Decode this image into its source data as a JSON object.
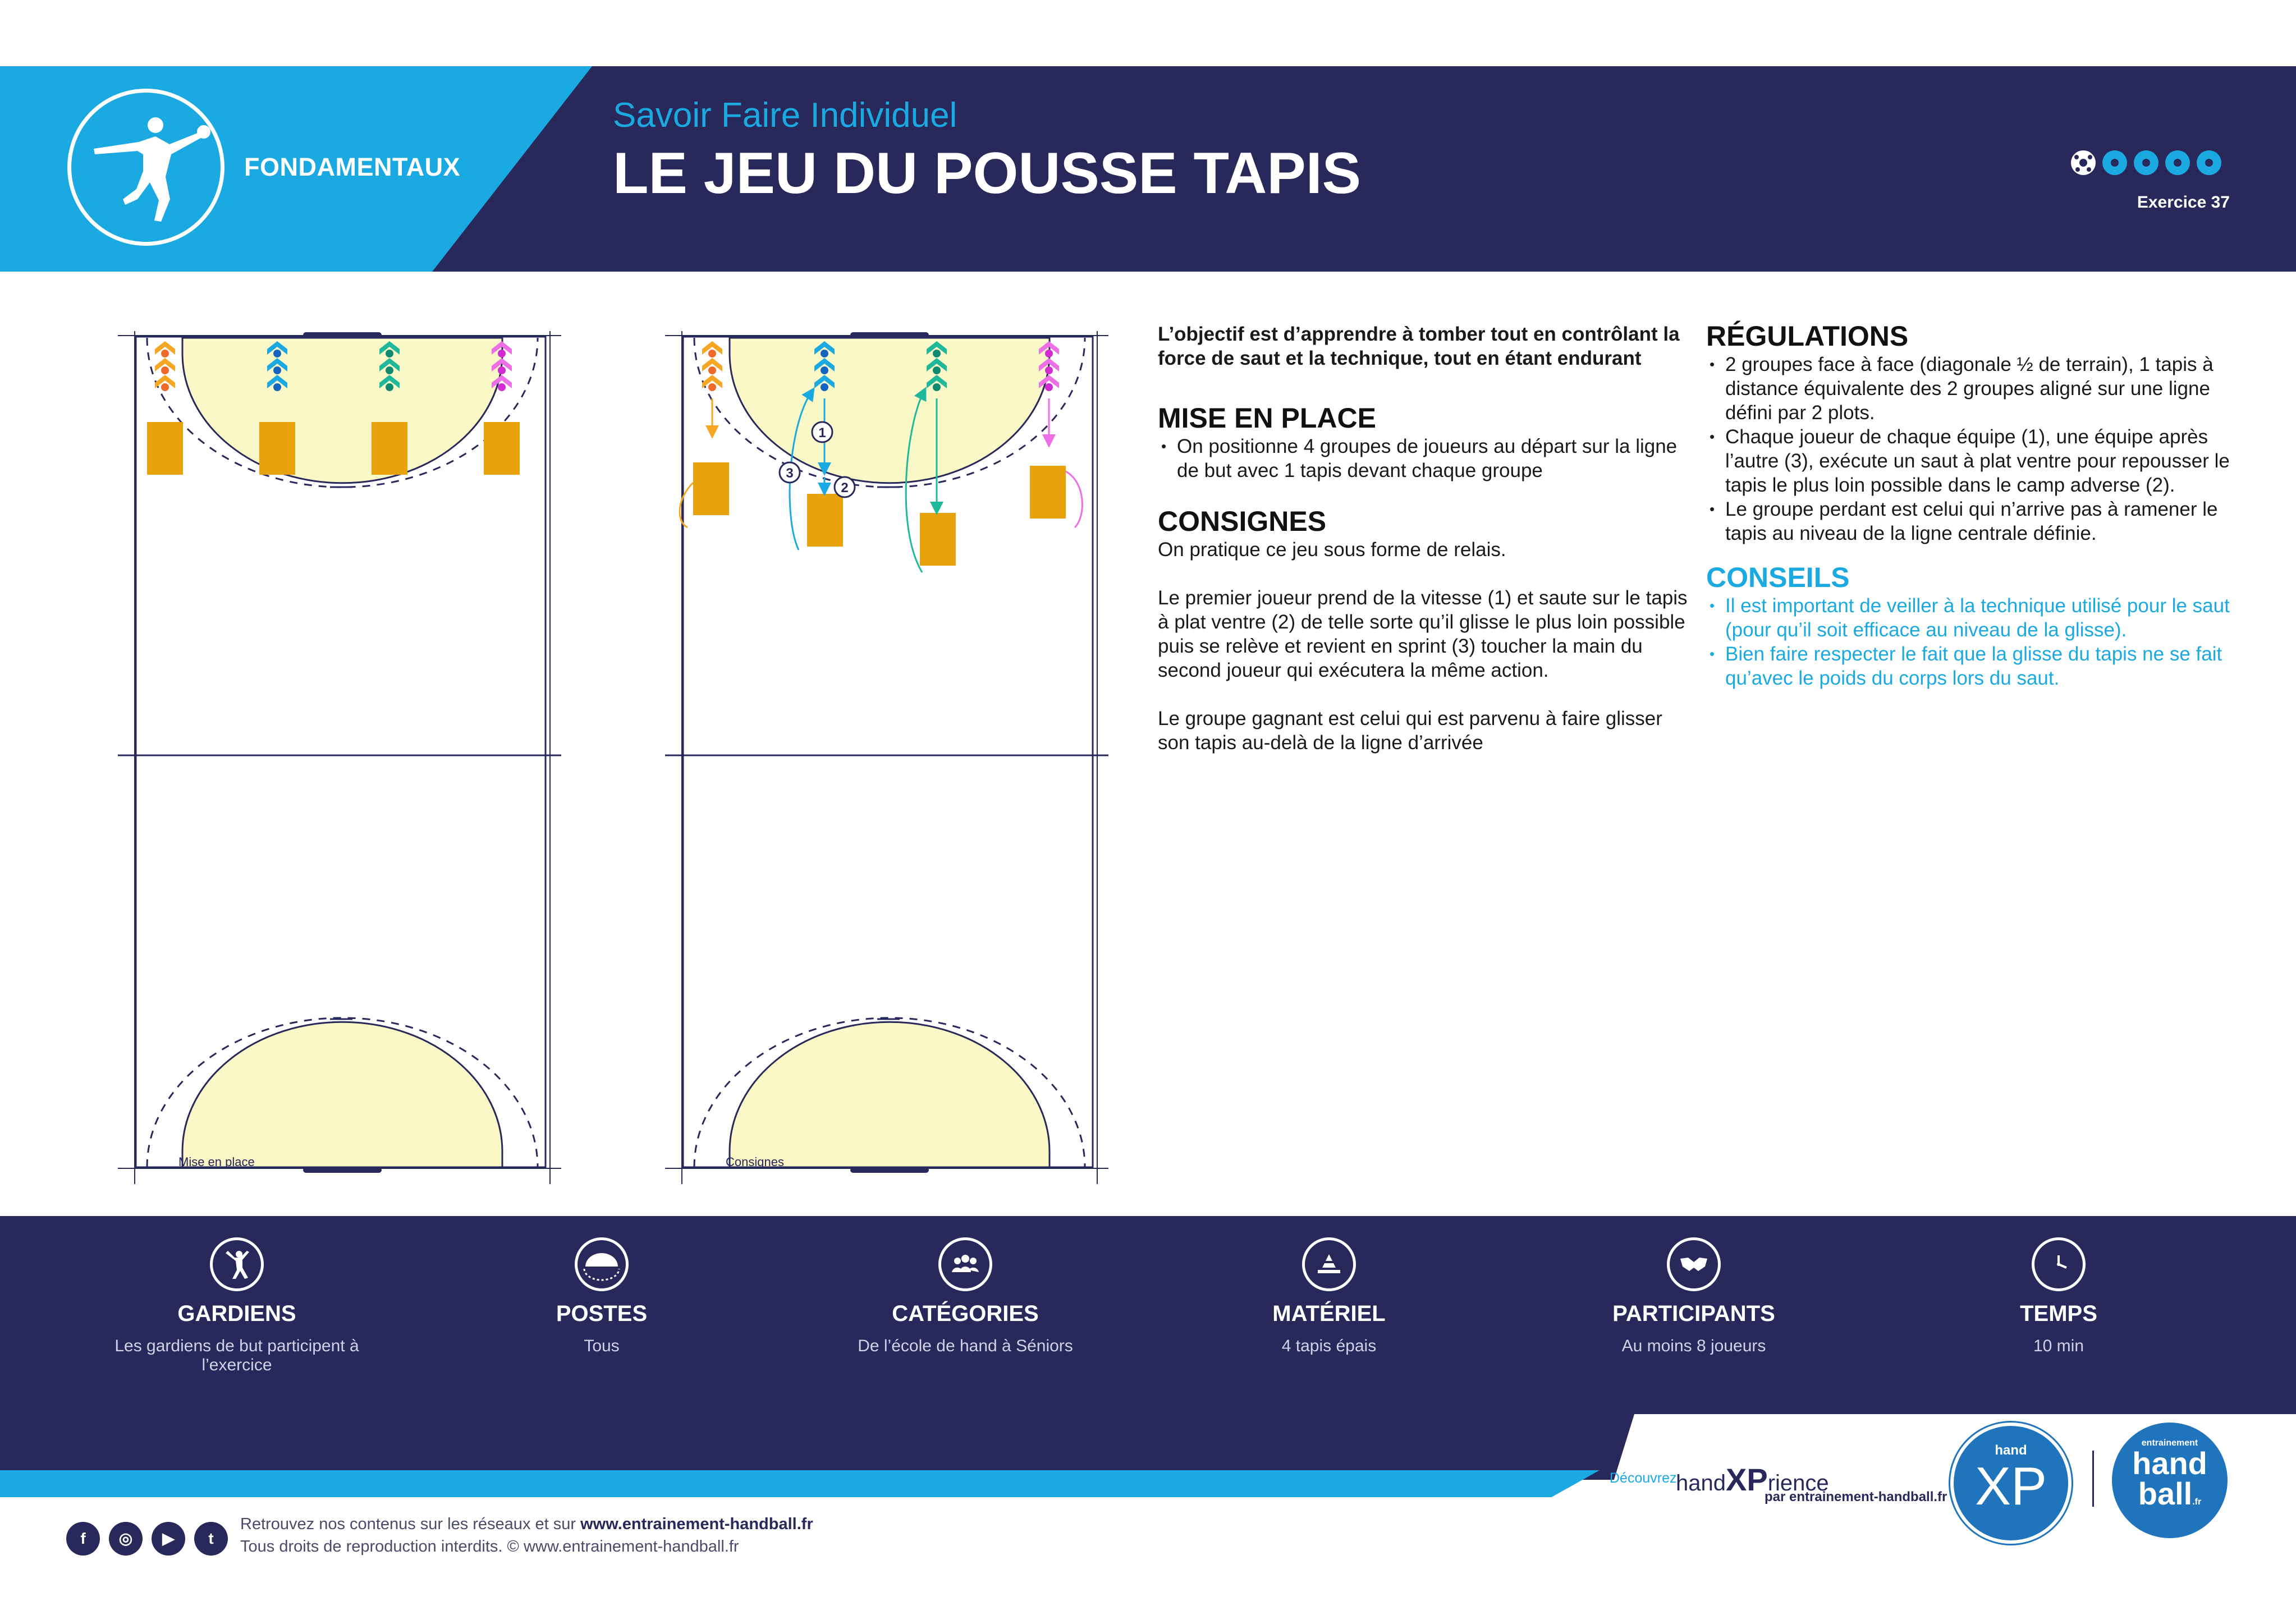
{
  "header": {
    "category": "FONDAMENTAUX",
    "subtitle": "Savoir Faire Individuel",
    "title": "LE JEU DU POUSSE TAPIS",
    "exercise": "Exercice 37",
    "difficulty": 1,
    "difficulty_max": 5
  },
  "diagrams": [
    {
      "label": "Mise en place"
    },
    {
      "label": "Consignes"
    }
  ],
  "step_markers": [
    "1",
    "2",
    "3"
  ],
  "content": {
    "intro": "L’objectif est d’apprendre à tomber tout en contrôlant la force de saut et la technique, tout en étant endurant",
    "setup_title": "MISE EN PLACE",
    "setup_items": [
      "On positionne 4 groupes de joueurs au départ sur la ligne de but avec 1 tapis devant chaque groupe"
    ],
    "instructions_title": "CONSIGNES",
    "instructions_paragraphs": [
      "On pratique ce jeu sous forme de relais.",
      "Le premier joueur prend de la vitesse (1) et saute sur le tapis à plat ventre (2) de telle sorte qu’il glisse le plus loin possible puis se relève et revient en sprint (3) toucher la main du second joueur qui exécutera la même action.",
      "Le groupe gagnant est celui qui est parvenu à faire glisser son tapis au-delà de la ligne d’arrivée"
    ],
    "regulations_title": "RÉGULATIONS",
    "regulations_items": [
      "2 groupes face à face (diagonale ½ de terrain), 1 tapis à distance équivalente des 2 groupes aligné sur une ligne défini par 2 plots.",
      "Chaque joueur de chaque équipe (1), une équipe après l’autre (3), exécute un saut à plat ventre pour repousser le tapis le plus loin possible dans le camp adverse (2).",
      "Le groupe perdant est celui qui n’arrive pas à ramener le tapis au niveau de la ligne centrale définie."
    ],
    "advice_title": "CONSEILS",
    "advice_items": [
      "Il est important de veiller à la technique utilisé pour le saut (pour qu’il soit efficace au niveau de la glisse).",
      "Bien faire respecter le fait que la glisse du tapis ne se fait qu’avec le poids du corps lors du saut."
    ]
  },
  "info": [
    {
      "label": "GARDIENS",
      "value": "Les gardiens de but participent à l’exercice",
      "icon": "goalkeeper-icon"
    },
    {
      "label": "POSTES",
      "value": "Tous",
      "icon": "court-icon"
    },
    {
      "label": "CATÉGORIES",
      "value": "De l’école de hand à Séniors",
      "icon": "group-icon"
    },
    {
      "label": "MATÉRIEL",
      "value": "4 tapis épais",
      "icon": "cone-icon"
    },
    {
      "label": "PARTICIPANTS",
      "value": "Au moins 8 joueurs",
      "icon": "handshake-icon"
    },
    {
      "label": "TEMPS",
      "value": "10 min",
      "icon": "clock-icon"
    }
  ],
  "footer": {
    "social_prefix": "Retrouvez nos contenus sur les réseaux et sur ",
    "site": "www.entrainement-handball.fr",
    "copyright": "Tous droits de reproduction interdits. © www.entrainement-handball.fr",
    "discover": "Découvrez",
    "brand_a": "hand",
    "brand_b": "XP",
    "brand_c": "rience",
    "brand_sub": "par entrainement-handball.fr",
    "xp_logo_small": "hand",
    "xp_logo_big": "XP",
    "hb_logo_top": "entrainement",
    "hb_logo_mid": "hand",
    "hb_logo_bottom": "ball",
    "hb_logo_tld": ".fr"
  },
  "colors": {
    "navy": "#29285a",
    "blue": "#1ba9e1",
    "mat": "#e8a20c",
    "zone": "#fbf8c7",
    "team_orange": "#f5a623",
    "team_blue": "#1ba9e1",
    "team_green": "#1fb89a",
    "team_pink": "#ee6ee6"
  }
}
